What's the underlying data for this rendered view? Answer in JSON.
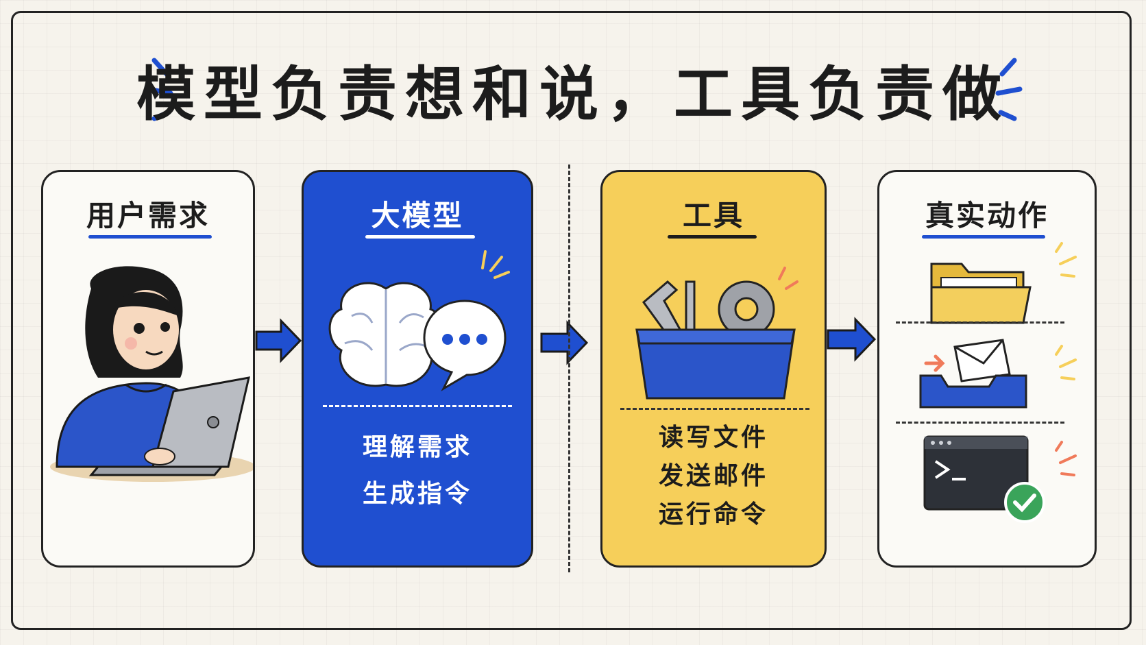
{
  "title": "模型负责想和说，工具负责做",
  "cards": {
    "user": {
      "title": "用户需求"
    },
    "model": {
      "title": "大模型",
      "lines": [
        "理解需求",
        "生成指令"
      ]
    },
    "tools": {
      "title": "工具",
      "lines": [
        "读写文件",
        "发送邮件",
        "运行命令"
      ]
    },
    "actions": {
      "title": "真实动作"
    }
  },
  "icons": [
    "user-at-laptop-illustration",
    "brain-icon",
    "speech-bubble-icon",
    "toolbox-icon",
    "folder-icon",
    "mail-inbox-icon",
    "terminal-icon",
    "checkmark-icon"
  ],
  "colors": {
    "blue": "#1f4fd0",
    "yellow": "#f6cf5a",
    "dark": "#222222",
    "accent": "#f07a5a"
  }
}
